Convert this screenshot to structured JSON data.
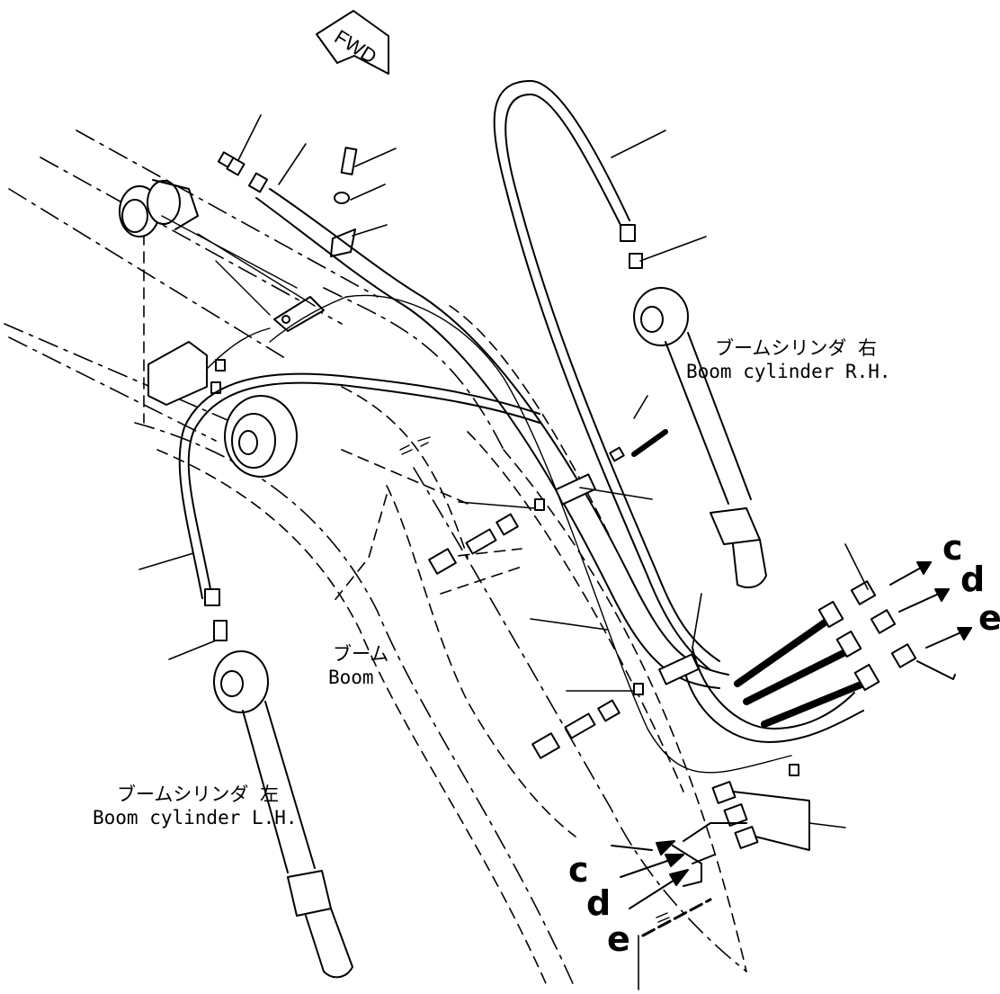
{
  "fwd_tag": "FWD",
  "labels": {
    "boom_cylinder_rh_jp": "ブームシリンダ 右",
    "boom_cylinder_rh_en": "Boom cylinder R.H.",
    "boom_cylinder_lh_jp": "ブームシリンダ 左",
    "boom_cylinder_lh_en": "Boom cylinder L.H.",
    "boom_jp": "ブーム",
    "boom_en": "Boom"
  },
  "references": {
    "right": [
      "c",
      "d",
      "e"
    ],
    "bottom": [
      "c",
      "d",
      "e"
    ]
  }
}
